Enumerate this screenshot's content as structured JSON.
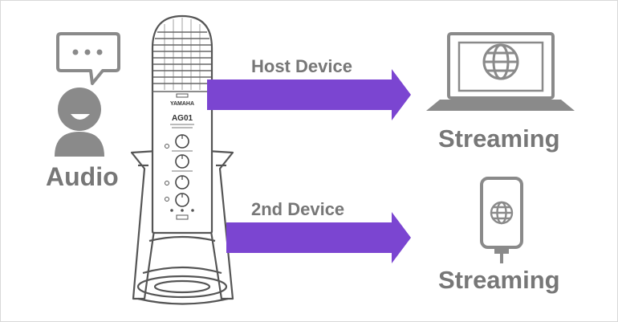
{
  "labels": {
    "audio": "Audio",
    "host_device": "Host Device",
    "second_device": "2nd Device",
    "streaming_host": "Streaming",
    "streaming_second": "Streaming"
  },
  "mic": {
    "brand": "YAMAHA",
    "model": "AG01"
  },
  "icons": {
    "speaker": "person-speaking-icon",
    "speech_bubble": "speech-bubble-icon",
    "laptop": "laptop-icon",
    "phone": "smartphone-icon",
    "globe": "globe-icon"
  },
  "colors": {
    "arrow": "#7b45d1",
    "icon_gray": "#8a8a8a",
    "label_gray": "#777777",
    "outline": "#555555"
  }
}
